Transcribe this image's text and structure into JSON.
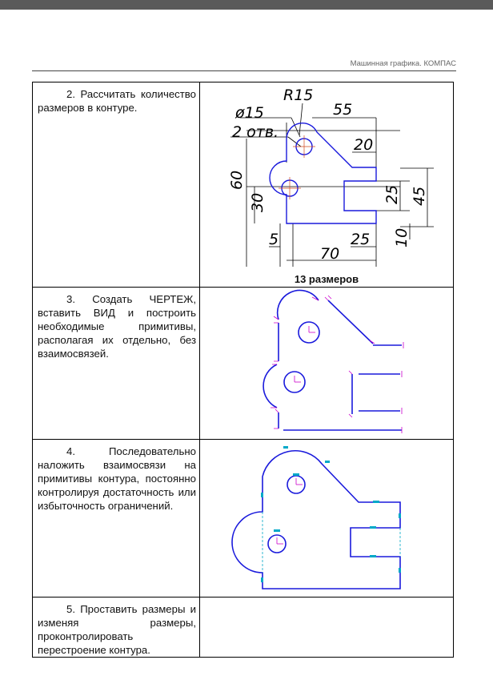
{
  "header": {
    "title": "Машинная графика. КОМПАС"
  },
  "steps": [
    {
      "text": "2. Рассчитать количество размеров в контуре.",
      "caption": "13 размеров"
    },
    {
      "text": "3. Создать ЧЕРТЕЖ, вставить ВИД и построить необходимые примитивы, располагая их отдельно, без взаимосвязей."
    },
    {
      "text": "4. Последовательно наложить взаимосвязи на примитивы контура, постоянно контролируя достаточность или избыточность ограничений."
    },
    {
      "text": "5. Проставить размеры и изменяя размеры, проконтролировать перестроение контура."
    }
  ],
  "drawing": {
    "dims": {
      "r15": "R15",
      "d15": "ø15",
      "holes": "2 отв.",
      "d55": "55",
      "d20": "20",
      "d60": "60",
      "d30": "30",
      "d25v": "25",
      "d45": "45",
      "d5": "5",
      "d25h": "25",
      "d10": "10",
      "d70": "70"
    }
  },
  "colors": {
    "contour": "#1a1adc",
    "constraint": "#cc00cc",
    "dim_line": "#000000",
    "center": "#d24a1e",
    "cyan": "#00a8c8"
  }
}
